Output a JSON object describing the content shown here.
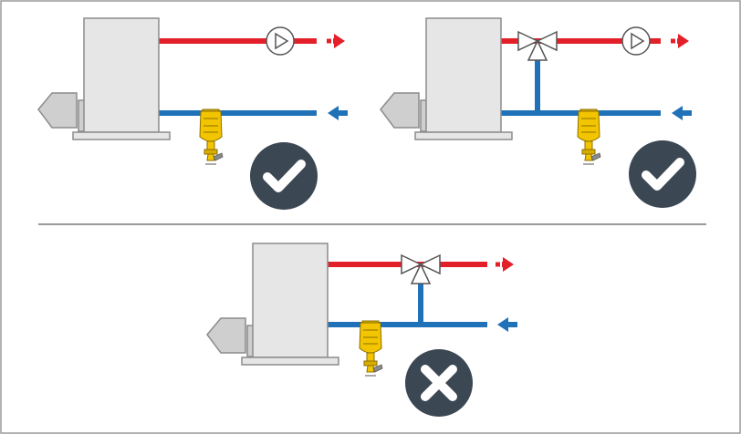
{
  "colors": {
    "frame": "#9a9a9a",
    "divider": "#9a9a9a",
    "supply": "#e3202a",
    "return": "#1f71b8",
    "boiler_fill": "#e6e6e6",
    "boiler_stroke": "#8c8c8c",
    "burner_fill": "#cfcfcf",
    "separator_body": "#f2c500",
    "separator_outline": "#8c7000",
    "badge": "#3b4753",
    "badge_symbol": "#ffffff",
    "pump_fill": "#ffffff",
    "pump_stroke": "#555555",
    "valve_fill": "#ffffff",
    "valve_stroke": "#555555"
  },
  "panels": [
    {
      "id": "top-left",
      "has_mixing_valve": false,
      "has_pump": true,
      "separator_position": "between-boiler-and-outlet",
      "verdict": "correct"
    },
    {
      "id": "top-right",
      "has_mixing_valve": true,
      "has_pump": true,
      "separator_position": "after-bypass",
      "verdict": "correct"
    },
    {
      "id": "bottom",
      "has_mixing_valve": true,
      "has_pump": false,
      "separator_position": "before-bypass",
      "verdict": "incorrect"
    }
  ],
  "icons": {
    "correct": "check-mark-icon",
    "incorrect": "cross-mark-icon",
    "pump": "circulator-pump-icon",
    "valve": "three-way-valve-icon",
    "separator": "dirt-separator-icon",
    "flow_out": "arrow-right-icon",
    "flow_in": "arrow-left-icon"
  }
}
